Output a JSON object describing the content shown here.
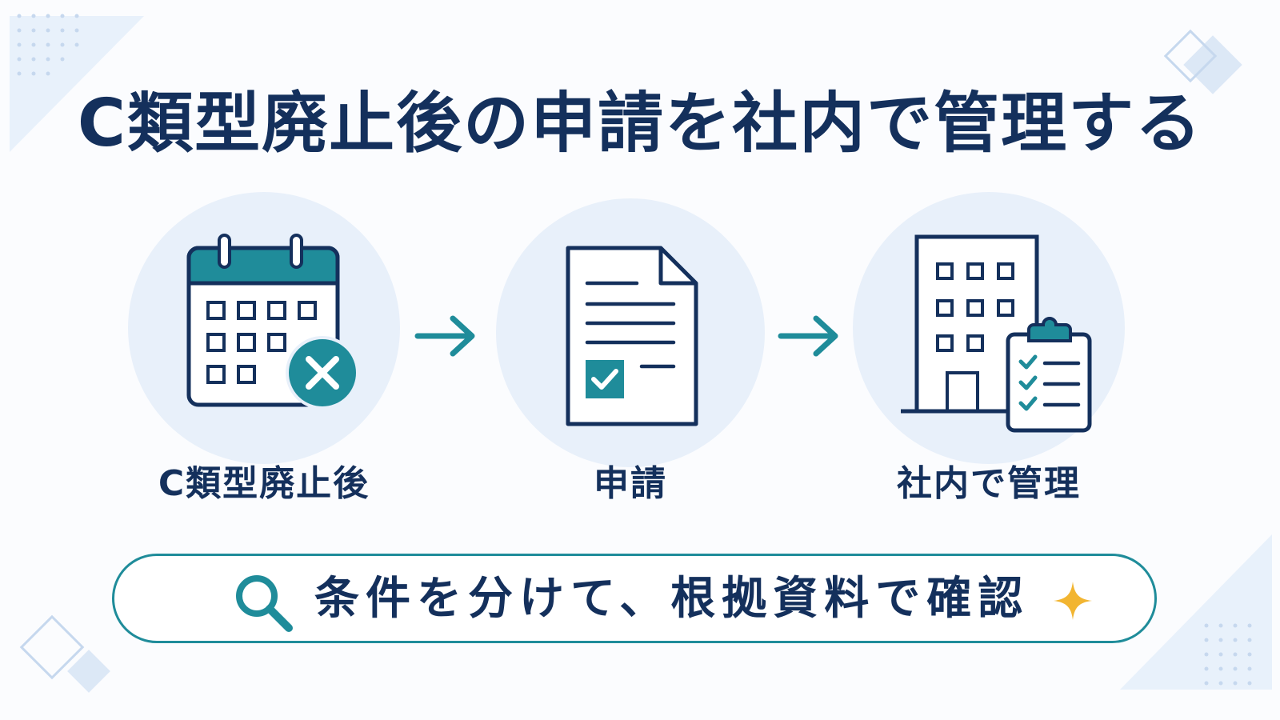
{
  "title": "C類型廃止後の申請を社内で管理する",
  "steps": [
    {
      "label": "C類型廃止後",
      "icon": "calendar-cancel-icon"
    },
    {
      "label": "申請",
      "icon": "document-check-icon"
    },
    {
      "label": "社内で管理",
      "icon": "building-clipboard-icon"
    }
  ],
  "banner": {
    "text": "条件を分けて、根拠資料で確認",
    "left_icon": "magnifier-icon",
    "right_icon": "sparkle-icon"
  },
  "colors": {
    "navy": "#14305c",
    "teal": "#1f8c9a",
    "circle_bg": "#e8f0fa",
    "accent_gold": "#f2b531"
  }
}
